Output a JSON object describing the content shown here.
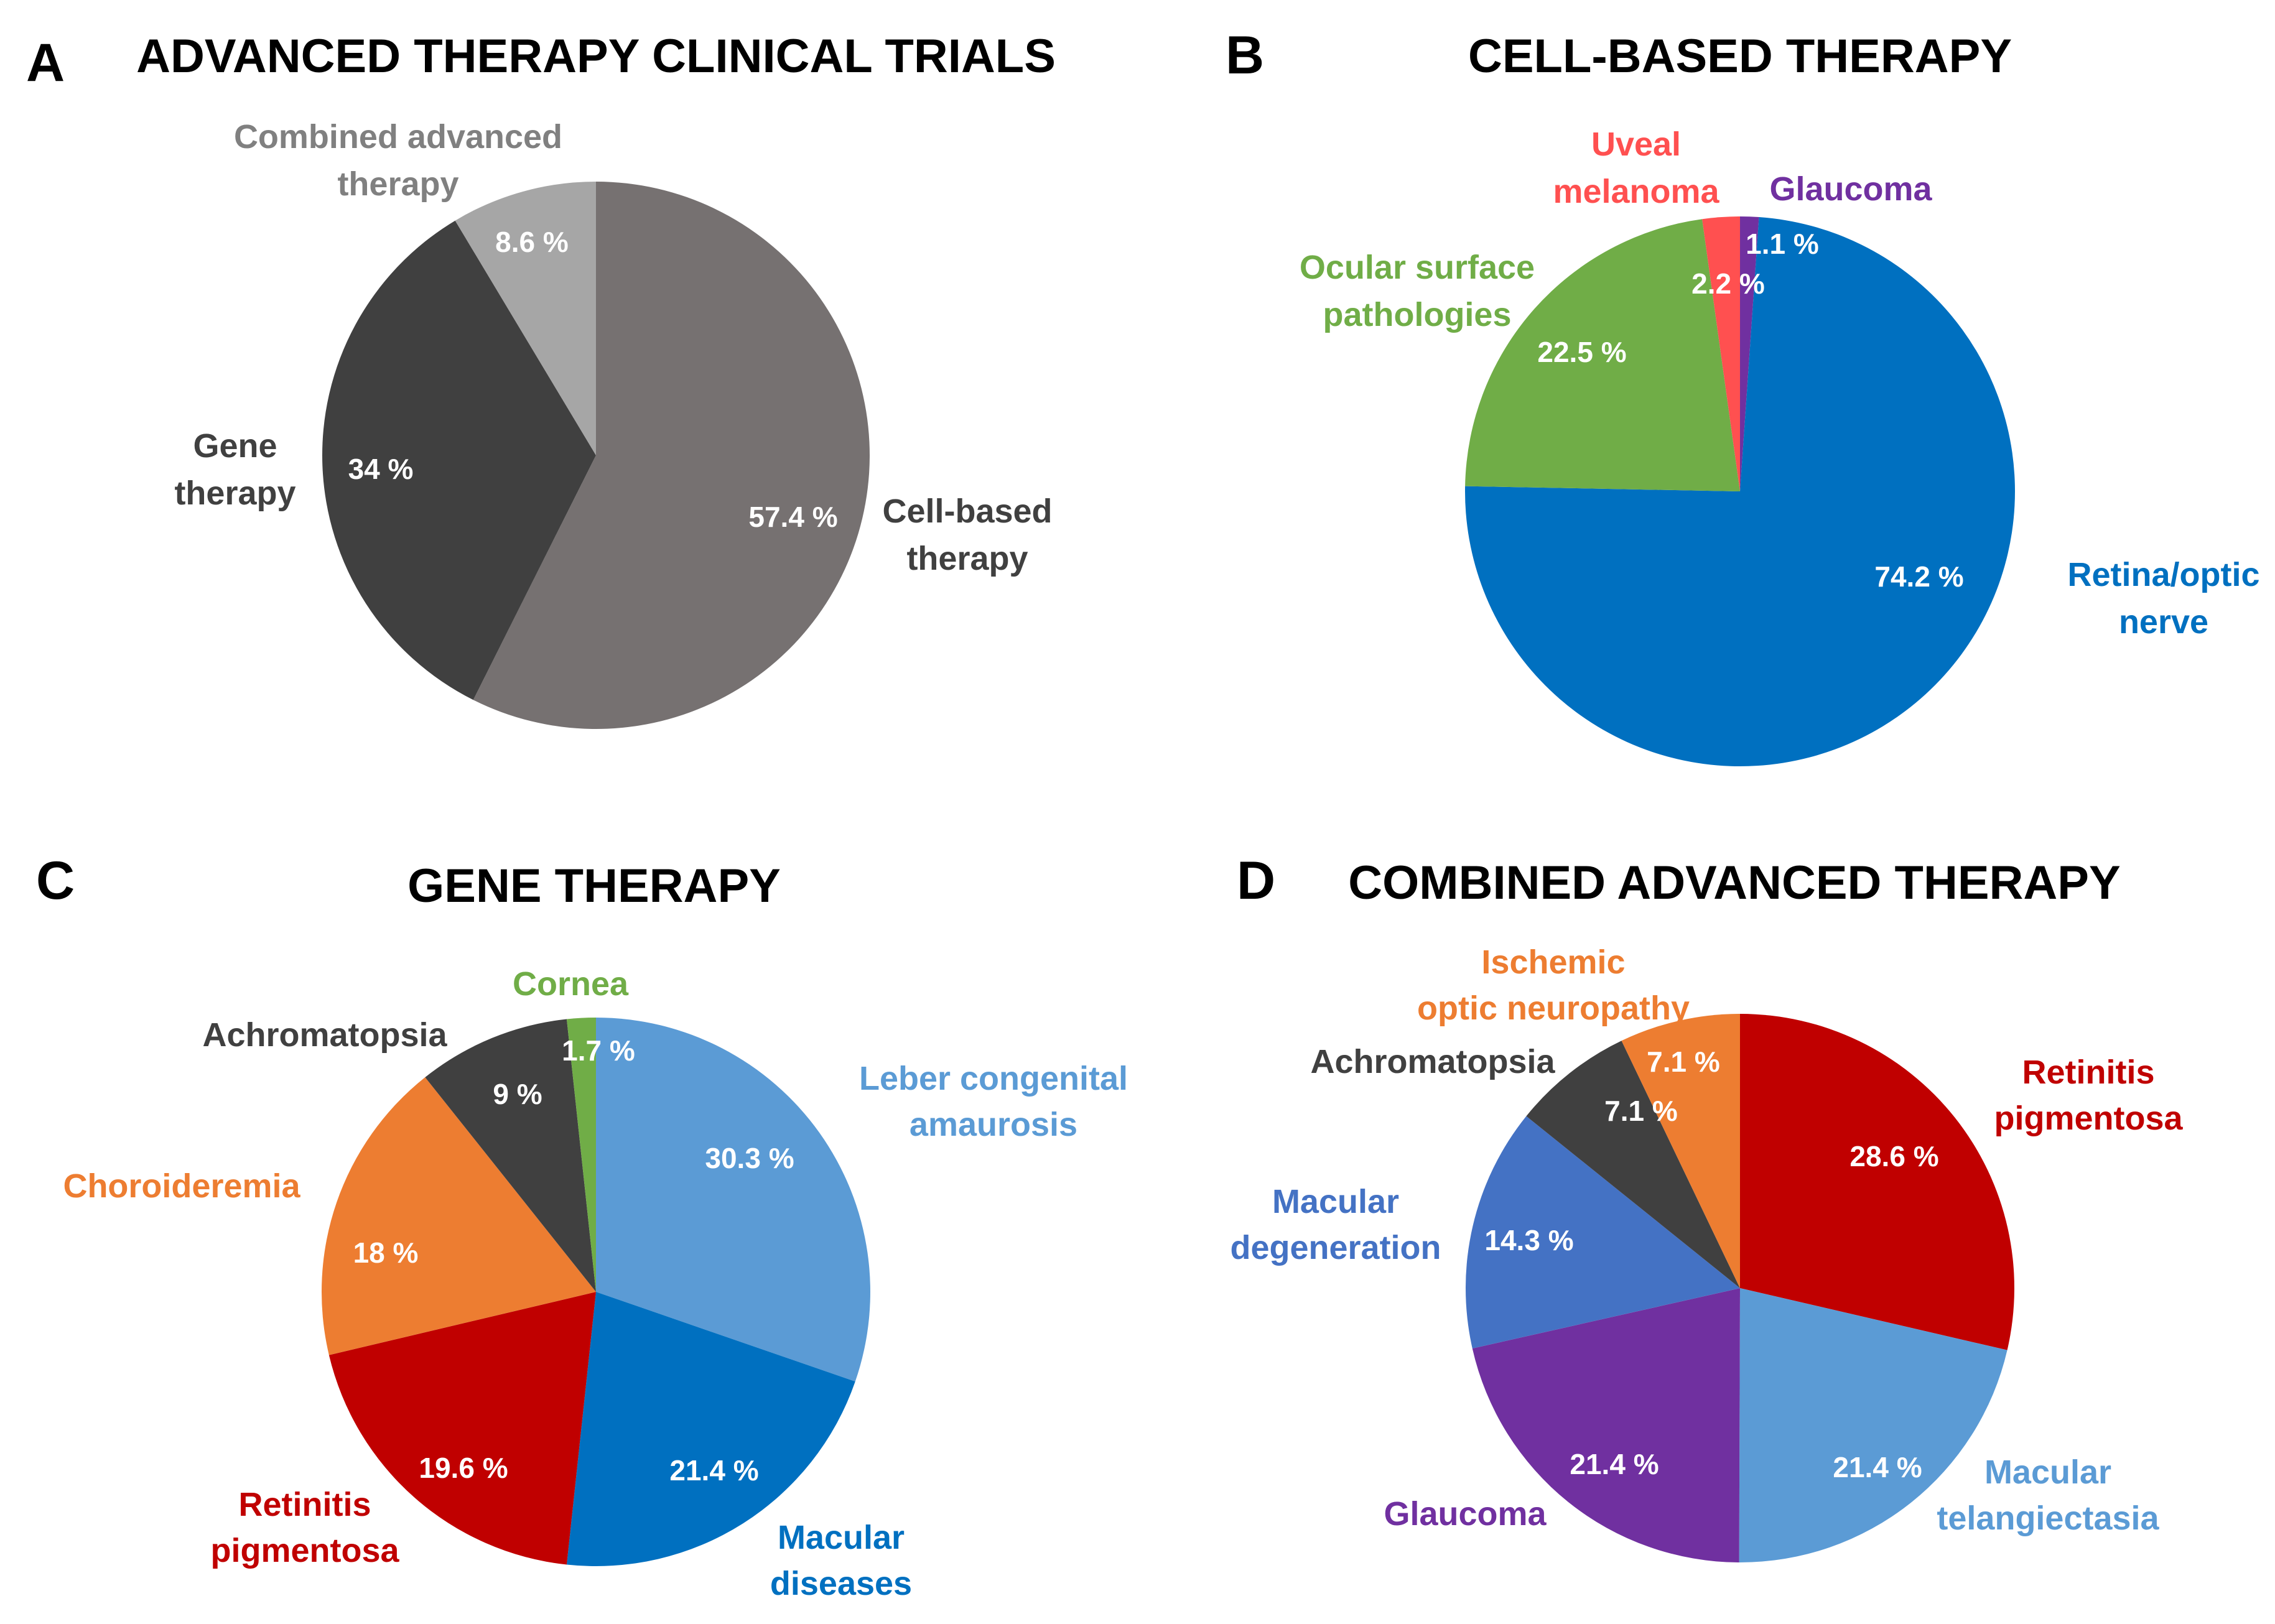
{
  "chart_data": [
    {
      "type": "pie",
      "panel": "A",
      "title": "ADVANCED THERAPY CLINICAL TRIALS",
      "unit": "%",
      "slices": [
        {
          "label": "Cell-based therapy",
          "value": 57.4,
          "value_label": "57.4 %",
          "color": "#767171"
        },
        {
          "label": "Gene therapy",
          "value": 34,
          "value_label": "34 %",
          "color": "#404040"
        },
        {
          "label": "Combined advanced therapy",
          "value": 8.6,
          "value_label": "8.6 %",
          "color": "#a6a6a6"
        }
      ]
    },
    {
      "type": "pie",
      "panel": "B",
      "title": "CELL-BASED THERAPY",
      "unit": "%",
      "slices": [
        {
          "label": "Glaucoma",
          "value": 1.1,
          "value_label": "1.1 %",
          "color": "#7030a0"
        },
        {
          "label": "Retina/optic nerve",
          "value": 74.2,
          "value_label": "74.2 %",
          "color": "#0070c0"
        },
        {
          "label": "Ocular surface pathologies",
          "value": 22.5,
          "value_label": "22.5 %",
          "color": "#70ad47"
        },
        {
          "label": "Uveal melanoma",
          "value": 2.2,
          "value_label": "2.2 %",
          "color": "#ff5050"
        }
      ]
    },
    {
      "type": "pie",
      "panel": "C",
      "title": "GENE THERAPY",
      "unit": "%",
      "slices": [
        {
          "label": "Leber congenital amaurosis",
          "value": 30.3,
          "value_label": "30.3 %",
          "color": "#5b9bd5"
        },
        {
          "label": "Macular diseases",
          "value": 21.4,
          "value_label": "21.4 %",
          "color": "#0070c0"
        },
        {
          "label": "Retinitis pigmentosa",
          "value": 19.6,
          "value_label": "19.6 %",
          "color": "#c00000"
        },
        {
          "label": "Choroideremia",
          "value": 18,
          "value_label": "18 %",
          "color": "#ed7d31"
        },
        {
          "label": "Achromatopsia",
          "value": 9,
          "value_label": "9 %",
          "color": "#404040"
        },
        {
          "label": "Cornea",
          "value": 1.7,
          "value_label": "1.7 %",
          "color": "#70ad47"
        }
      ]
    },
    {
      "type": "pie",
      "panel": "D",
      "title": "COMBINED ADVANCED THERAPY",
      "unit": "%",
      "slices": [
        {
          "label": "Retinitis pigmentosa",
          "value": 28.6,
          "value_label": "28.6 %",
          "color": "#c00000"
        },
        {
          "label": "Macular telangiectasia",
          "value": 21.4,
          "value_label": "21.4 %",
          "color": "#5b9bd5"
        },
        {
          "label": "Glaucoma",
          "value": 21.4,
          "value_label": "21.4 %",
          "color": "#7030a0"
        },
        {
          "label": "Macular degeneration",
          "value": 14.3,
          "value_label": "14.3 %",
          "color": "#4472c4"
        },
        {
          "label": "Achromatopsia",
          "value": 7.1,
          "value_label": "7.1 %",
          "color": "#404040"
        },
        {
          "label": "Ischemic optic neuropathy",
          "value": 7.1,
          "value_label": "7.1 %",
          "color": "#ed7d31"
        }
      ]
    }
  ]
}
